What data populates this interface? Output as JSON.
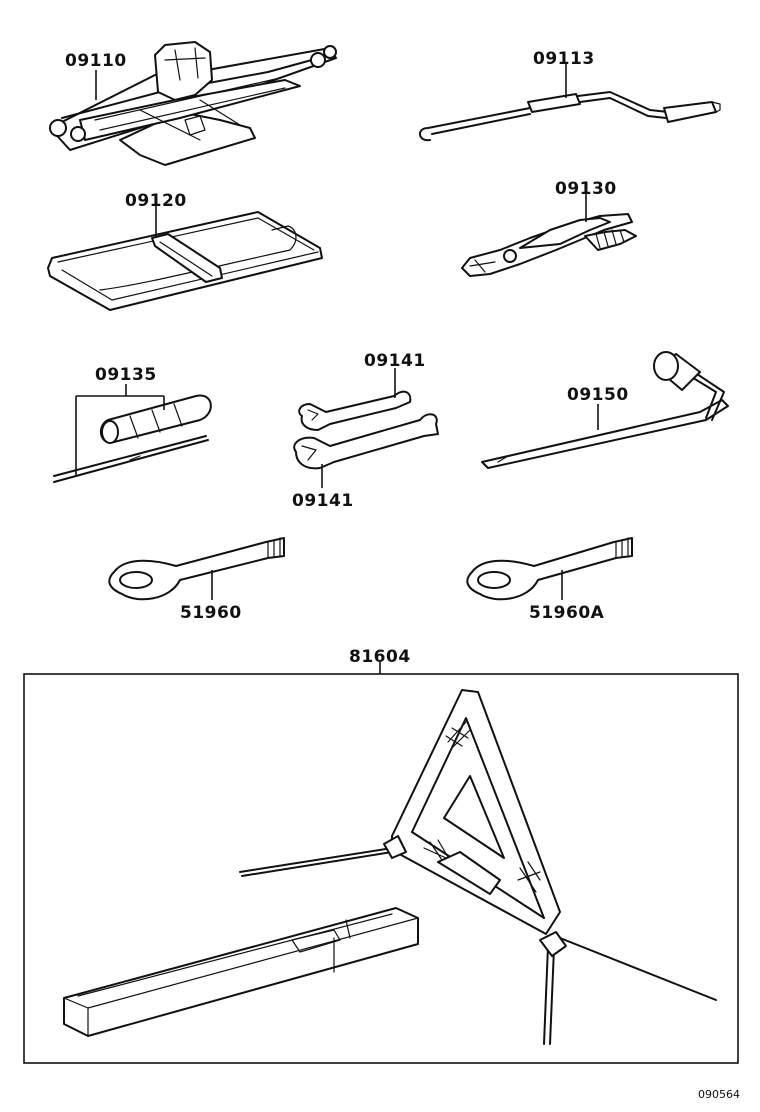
{
  "parts": {
    "jack": "09110",
    "jack_handle": "09113",
    "tool_bag": "09120",
    "pliers": "09130",
    "screwdriver": "09135",
    "wrench_top": "09141",
    "wrench_bottom": "09141",
    "wheel_nut_wrench": "09150",
    "towing_eye": "51960",
    "towing_eye_a": "51960A",
    "warning_triangle": "81604"
  },
  "diagram_code": "090564"
}
